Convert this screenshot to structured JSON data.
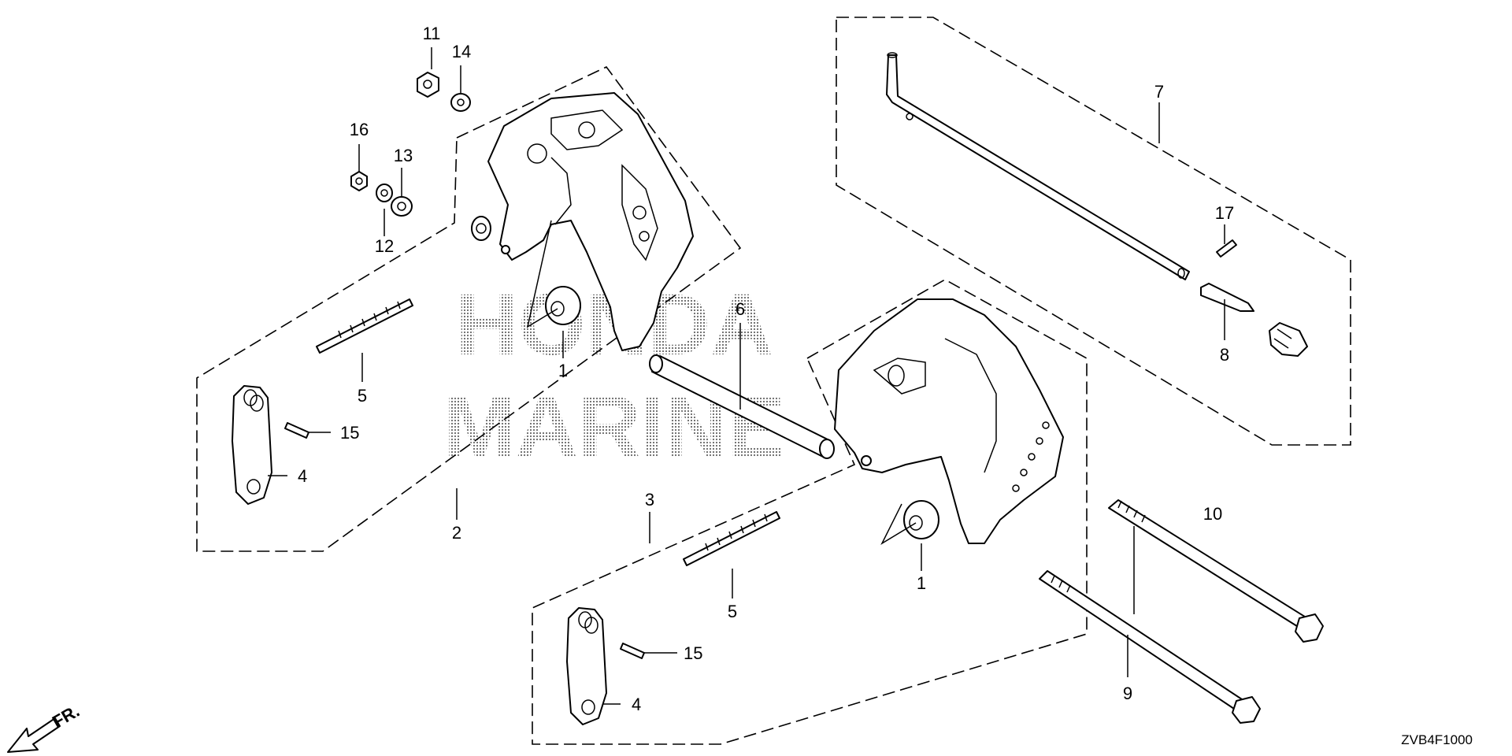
{
  "diagram": {
    "callouts": [
      "1",
      "1",
      "2",
      "3",
      "4",
      "4",
      "5",
      "5",
      "6",
      "7",
      "8",
      "9",
      "10",
      "11",
      "12",
      "13",
      "14",
      "15",
      "15",
      "16",
      "17"
    ],
    "watermark": [
      "HONDA",
      "MARINE"
    ],
    "direction": "FR.",
    "code": "ZVB4F1000"
  }
}
